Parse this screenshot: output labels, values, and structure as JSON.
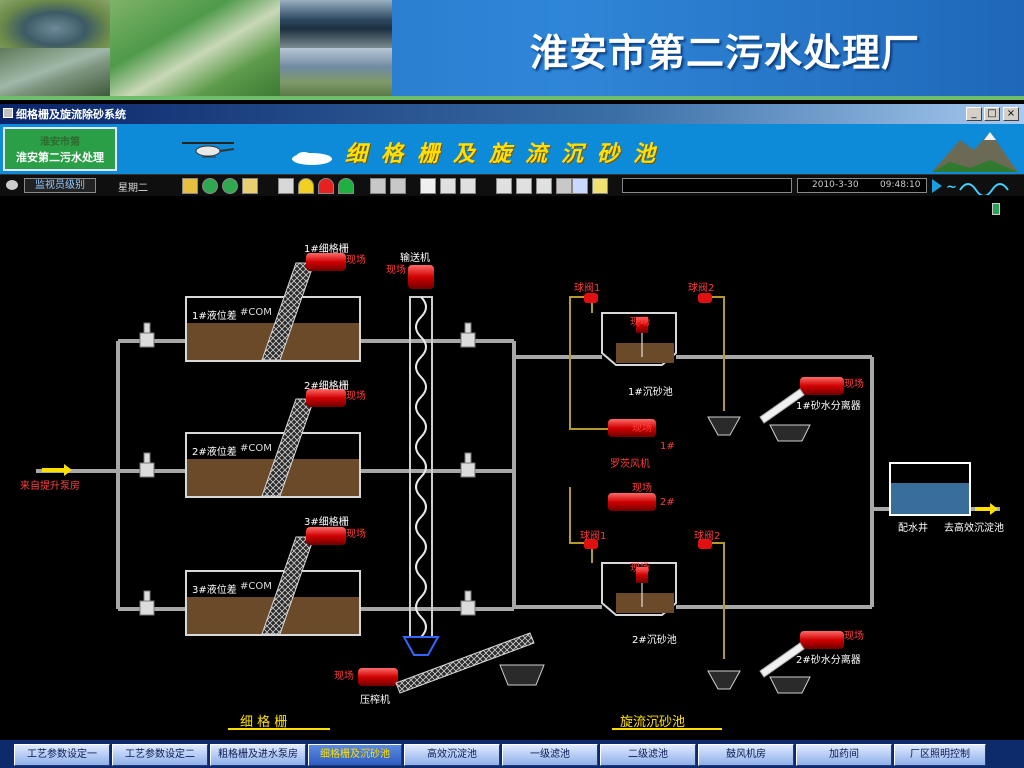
{
  "slide": {
    "title": "淮安市第二污水处理厂"
  },
  "window": {
    "title": "细格栅及旋流除砂系统"
  },
  "banner": {
    "logo_line1": "淮安市第",
    "logo_line2": "淮安第二污水处理",
    "title": "细格栅及旋流沉砂池"
  },
  "toolbar": {
    "level": "监视员级别",
    "weekday": "星期二",
    "date": "2010-3-30",
    "time": "09:48:10"
  },
  "diagram": {
    "screen1": "1#细格栅",
    "screen2": "2#细格栅",
    "screen3": "3#细格栅",
    "level1": "1#液位差",
    "level2": "2#液位差",
    "level3": "3#液位差",
    "com": "#COM",
    "local": "现场",
    "conveyor": "输送机",
    "press": "压榨机",
    "inlet": "来自提升泵房",
    "ball1": "球阀1",
    "ball2": "球阀2",
    "tank1": "1#沉砂池",
    "tank2": "2#沉砂池",
    "blower": "罗茨风机",
    "blower1": "1#",
    "blower2": "2#",
    "sep1": "1#砂水分离器",
    "sep2": "2#砂水分离器",
    "well": "配水井",
    "outlet": "去高效沉淀池",
    "section_fine": "细 格 栅",
    "section_grit": "旋流沉砂池"
  },
  "nav": [
    "工艺参数设定一",
    "工艺参数设定二",
    "粗格栅及进水泵房",
    "细格栅及沉砂池",
    "高效沉淀池",
    "一级滤池",
    "二级滤池",
    "鼓风机房",
    "加药间",
    "厂区照明控制"
  ],
  "colors": {
    "pipe": "#a8a8a8",
    "sludge": "#6b4a2a",
    "motor": "#e01010",
    "accent": "#ffe000"
  }
}
